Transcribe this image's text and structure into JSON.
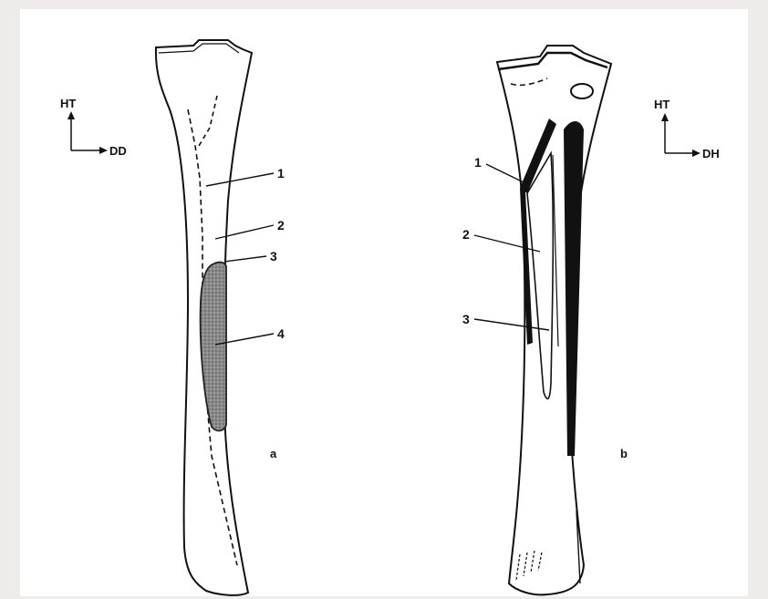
{
  "panel_a": {
    "axis_up": "HT",
    "axis_right": "DD",
    "callouts": [
      "1",
      "2",
      "3",
      "4"
    ],
    "panel_letter": "a"
  },
  "panel_b": {
    "axis_up": "HT",
    "axis_right": "DH",
    "callouts": [
      "1",
      "2",
      "3"
    ],
    "panel_letter": "b"
  },
  "colors": {
    "background": "#eeecea",
    "figure": "#ffffff",
    "ink": "#111111",
    "shading": "#707070"
  }
}
